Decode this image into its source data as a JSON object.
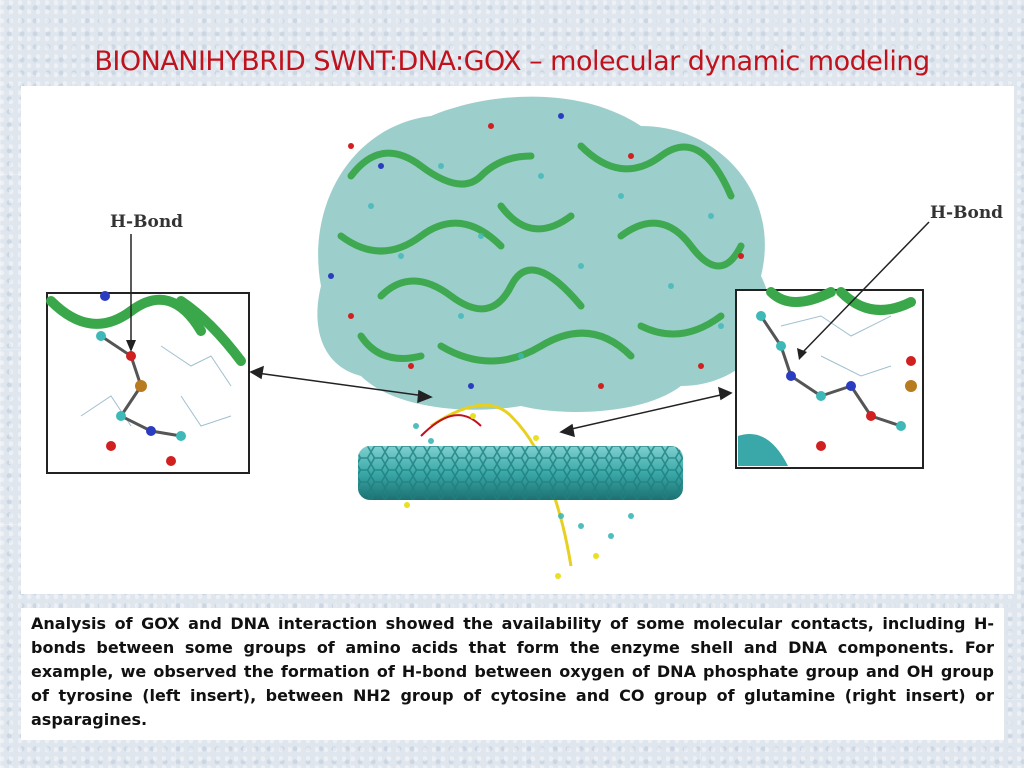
{
  "slide": {
    "title": "BIONANIHYBRID SWNT:DNA:GOX – molecular dynamic modeling",
    "caption": "Analysis of GOX and DNA interaction showed the availability of some molecular contacts, including H-bonds between some groups of amino acids that form the enzyme shell and DNA components. For example, we observed the formation of H-bond between oxygen of DNA phosphate group and OH group of tyrosine (left insert), between NH2 group of cytosine and CO group of glutamine (right insert) or asparagines."
  },
  "figure": {
    "left_label": "H-Bond",
    "right_label": "H-Bond",
    "colors": {
      "protein_ribbon": "#3aa84a",
      "atoms_carbon": "#3fb8b8",
      "atoms_oxygen": "#d02020",
      "atoms_nitrogen": "#2a3cc0",
      "nanotube": "#2b9a9a",
      "dna_backbone": "#e8d020"
    }
  }
}
